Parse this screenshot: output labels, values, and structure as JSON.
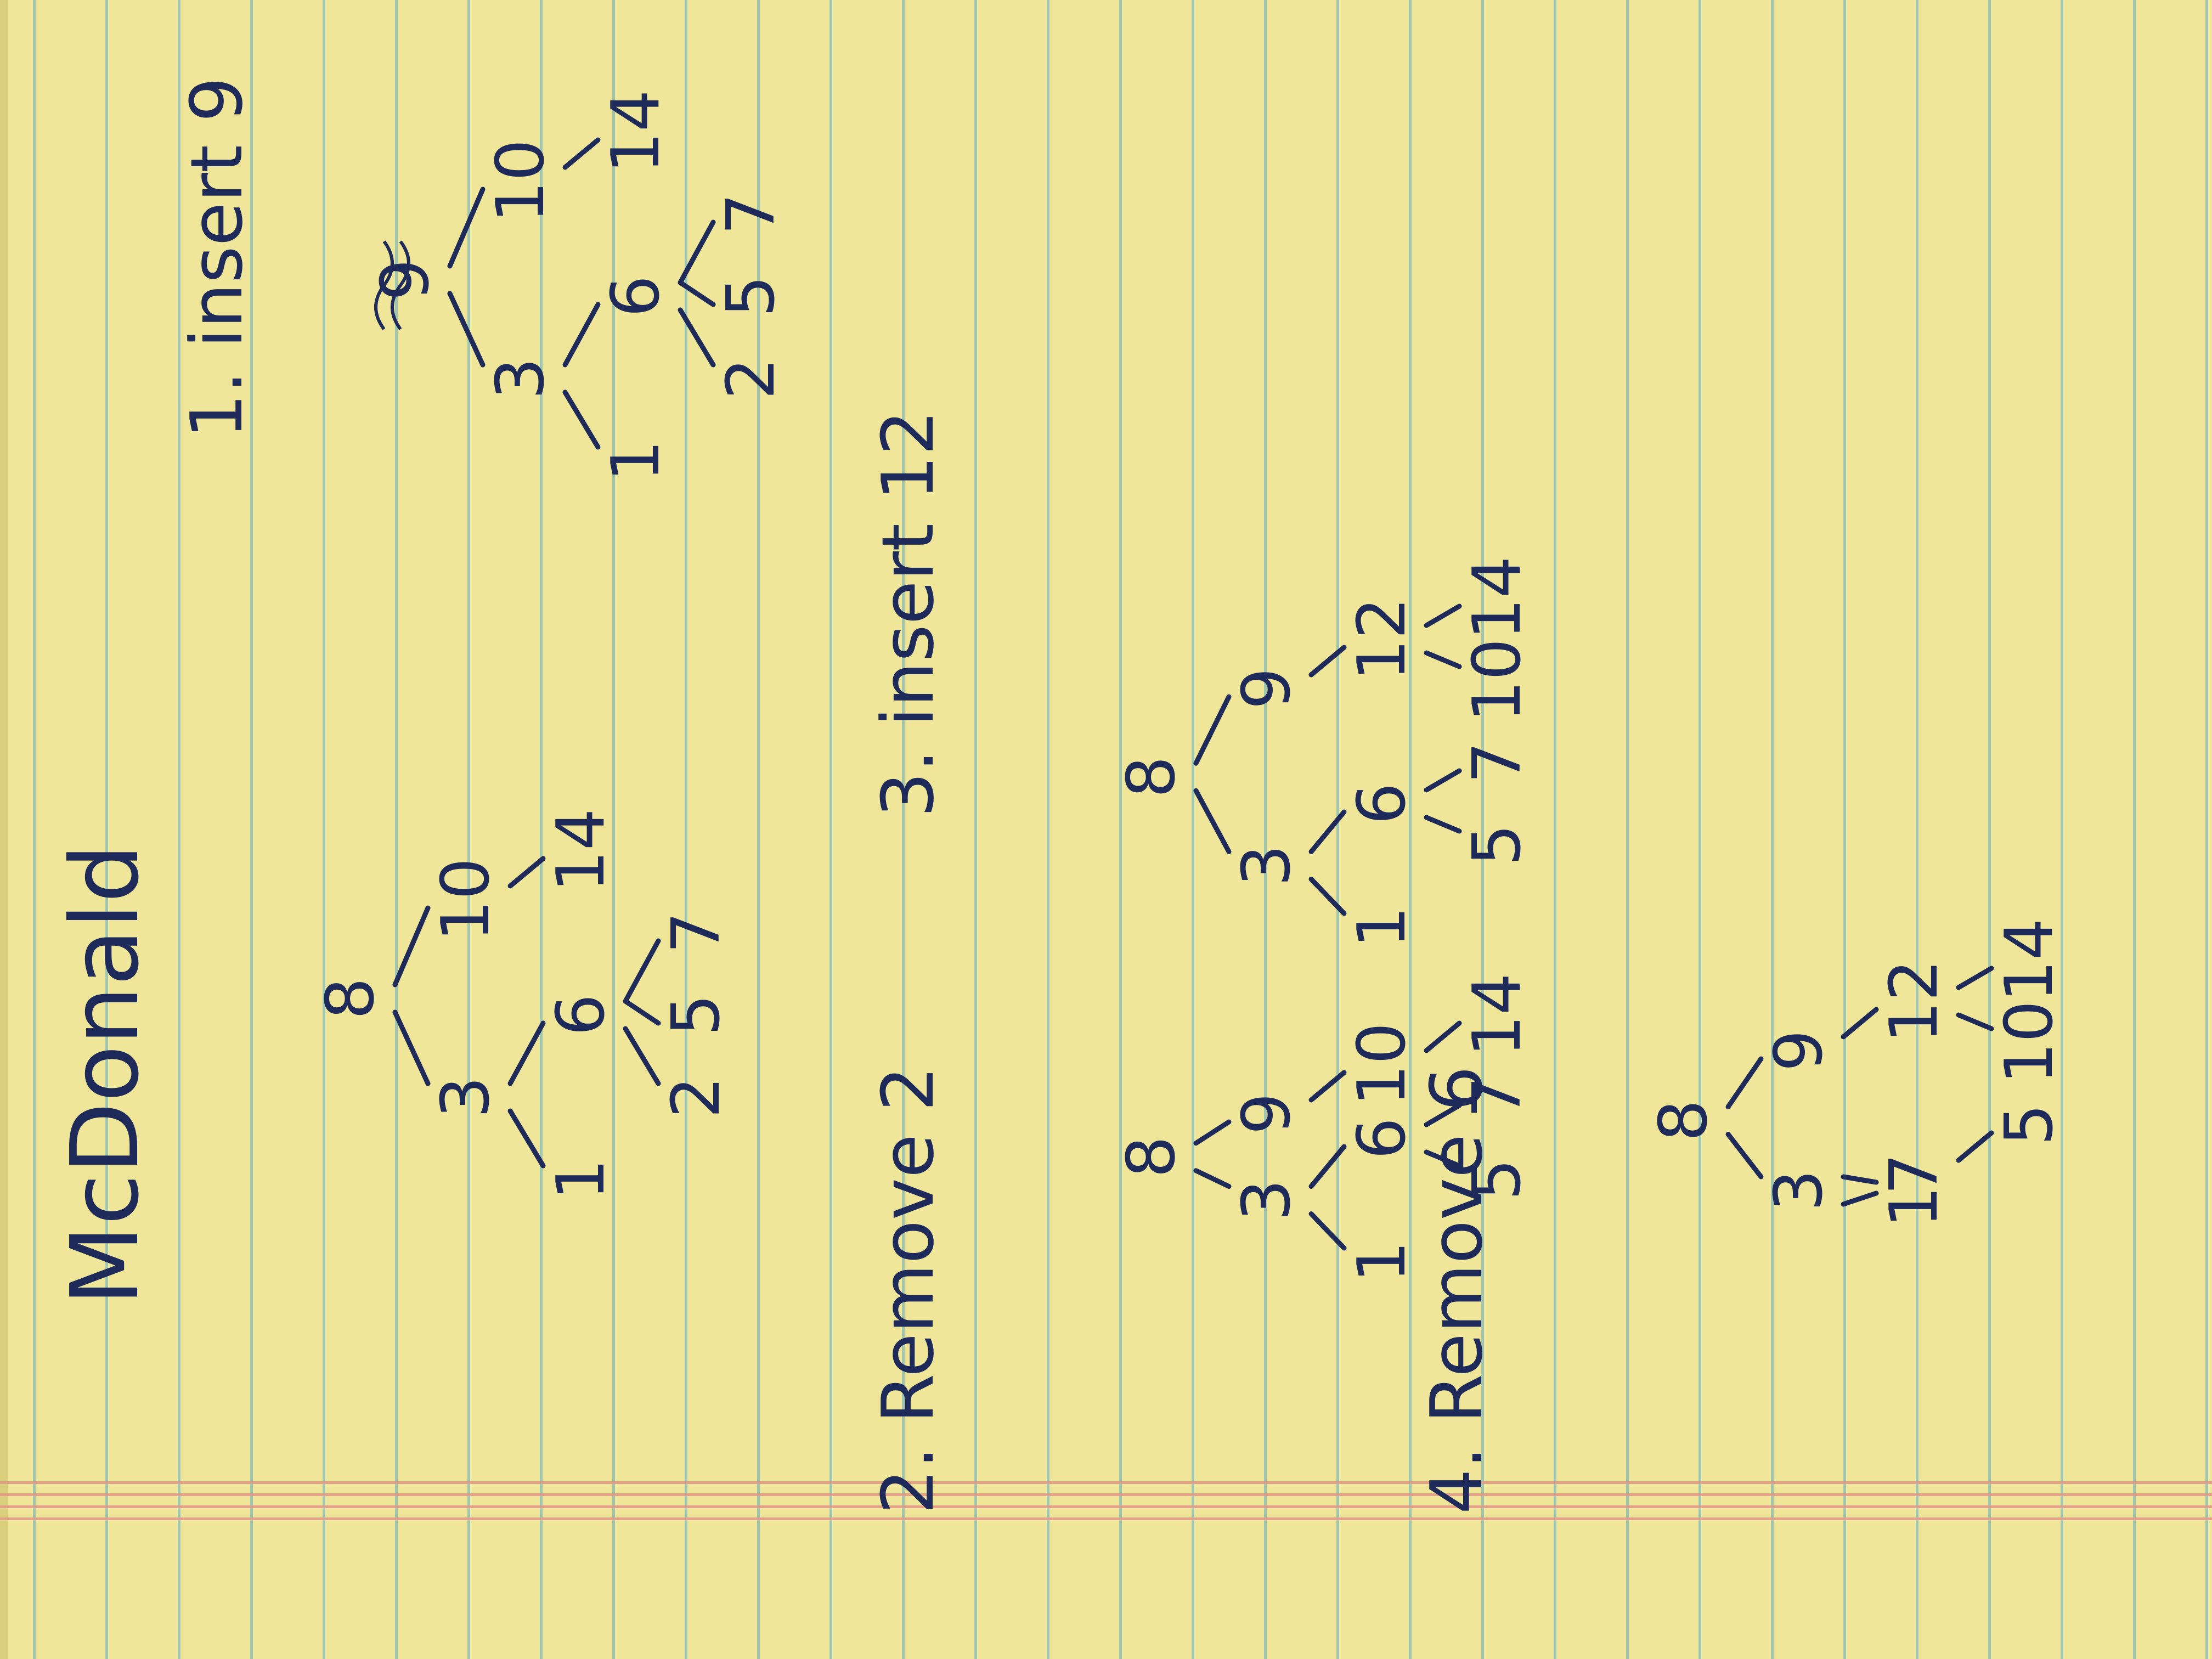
{
  "page": {
    "author": "McDonald",
    "colors": {
      "paper": "#efe69a",
      "rule_line": "#8fc0b6",
      "margin_line": "#e39a88",
      "ink": "#1e2a5a"
    }
  },
  "steps": [
    {
      "label": "",
      "tree": [
        {
          "v": "8",
          "children": [
            {
              "v": "3",
              "children": [
                {
                  "v": "1",
                  "children": []
                },
                {
                  "v": "6",
                  "children": [
                    {
                      "v": "2",
                      "children": []
                    },
                    {
                      "v": "5",
                      "children": []
                    },
                    {
                      "v": "7",
                      "children": []
                    }
                  ]
                }
              ]
            },
            {
              "v": "10",
              "children": [
                {
                  "v": "14",
                  "children": []
                }
              ]
            }
          ]
        }
      ]
    },
    {
      "label": "1. insert 9",
      "tree": [
        {
          "v": "9",
          "children": [
            {
              "v": "3",
              "children": [
                {
                  "v": "1",
                  "children": []
                },
                {
                  "v": "6",
                  "children": [
                    {
                      "v": "2",
                      "children": []
                    },
                    {
                      "v": "5",
                      "children": []
                    },
                    {
                      "v": "7",
                      "children": []
                    }
                  ]
                }
              ]
            },
            {
              "v": "10",
              "children": [
                {
                  "v": "14",
                  "children": []
                }
              ]
            }
          ]
        }
      ]
    },
    {
      "label": "2. Remove 2",
      "tree": [
        {
          "v": "8",
          "children": [
            {
              "v": "3",
              "children": [
                {
                  "v": "1",
                  "children": []
                },
                {
                  "v": "6",
                  "children": [
                    {
                      "v": "5",
                      "children": []
                    },
                    {
                      "v": "7",
                      "children": []
                    }
                  ]
                }
              ]
            },
            {
              "v": "9",
              "children": [
                {
                  "v": "10",
                  "children": [
                    {
                      "v": "14",
                      "children": []
                    }
                  ]
                }
              ]
            }
          ]
        }
      ]
    },
    {
      "label": "3. insert 12",
      "tree": [
        {
          "v": "8",
          "children": [
            {
              "v": "3",
              "children": [
                {
                  "v": "1",
                  "children": []
                },
                {
                  "v": "6",
                  "children": [
                    {
                      "v": "5",
                      "children": []
                    },
                    {
                      "v": "7",
                      "children": []
                    }
                  ]
                }
              ]
            },
            {
              "v": "9",
              "children": [
                {
                  "v": "12",
                  "children": [
                    {
                      "v": "10",
                      "children": []
                    },
                    {
                      "v": "14",
                      "children": []
                    }
                  ]
                }
              ]
            }
          ]
        }
      ]
    },
    {
      "label": "4. Remove 6",
      "tree": [
        {
          "v": "8",
          "children": [
            {
              "v": "3",
              "children": [
                {
                  "v": "1",
                  "children": []
                },
                {
                  "v": "7",
                  "children": [
                    {
                      "v": "5",
                      "children": []
                    }
                  ]
                }
              ]
            },
            {
              "v": "9",
              "children": [
                {
                  "v": "12",
                  "children": [
                    {
                      "v": "10",
                      "children": []
                    },
                    {
                      "v": "14",
                      "children": []
                    }
                  ]
                }
              ]
            }
          ]
        }
      ]
    }
  ]
}
